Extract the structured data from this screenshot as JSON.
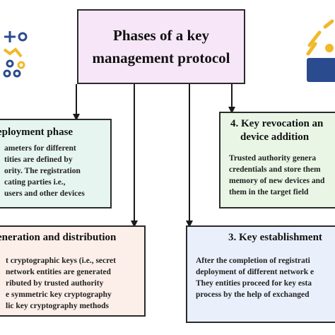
{
  "title": {
    "line1": "Phases of a key",
    "line2": "management protocol"
  },
  "phase1": {
    "heading": "eployment phase",
    "lines": [
      "ameters for different",
      "tities are defined by",
      "ority. The registration",
      "cating parties i.e.,",
      "users and other devices"
    ]
  },
  "phase2": {
    "heading": "eneration and distribution",
    "lines": [
      "t cryptographic keys (i.e., secret",
      "network entities are generated",
      "ributed by trusted authority",
      "e symmetric key cryptography",
      "lic key cryptography methods"
    ]
  },
  "phase3": {
    "heading": "3. Key establishment",
    "lines": [
      "After the completion of registrati",
      "deployment of different network e",
      "They entities proceed for key esta",
      "process by the help of exchanged"
    ]
  },
  "phase4": {
    "heading_line1": "4. Key revocation an",
    "heading_line2": "device addition",
    "lines": [
      "Trusted authority genera",
      "credentials and store them",
      "memory of new devices and",
      "them in the target field"
    ]
  },
  "colors": {
    "title_bg": "#f6e6f8",
    "phase1_bg": "#e7f5f0",
    "phase2_bg": "#fcefea",
    "phase3_bg": "#eaf0fb",
    "phase4_bg": "#e9f6e6",
    "logo_blue": "#2b4b8f",
    "logo_yellow": "#f0b92a"
  },
  "icons": {
    "left_logo": "network-nodes-icon",
    "right_logo": "lock-icon"
  }
}
